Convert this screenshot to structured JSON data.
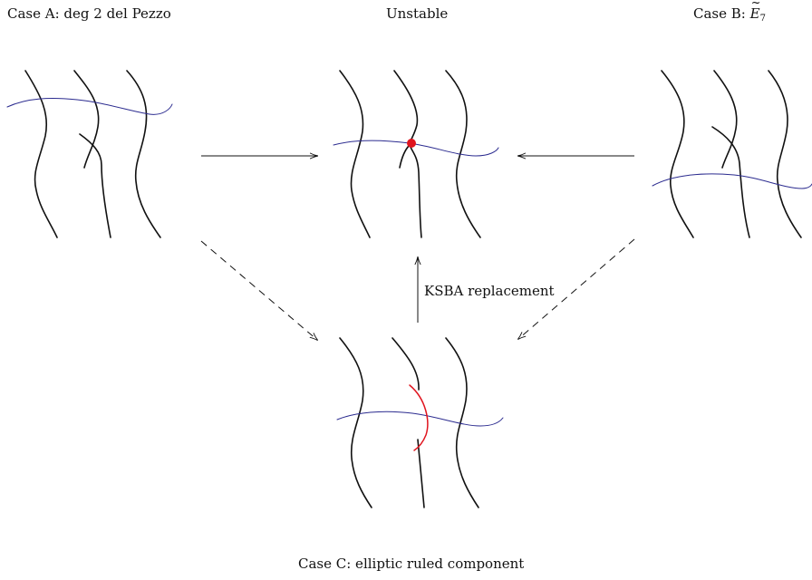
{
  "labels": {
    "case_a": "Case A: deg 2 del Pezzo",
    "unstable": "Unstable",
    "case_b_prefix": "Case B: ",
    "case_b_symbol": "E",
    "case_b_subscript": "7",
    "case_c": "Case C: elliptic ruled component",
    "ksba": "KSBA replacement"
  },
  "colors": {
    "curve": "#111111",
    "blue_curve": "#2b2b8f",
    "red": "#e0141e",
    "arrow": "#111111"
  }
}
